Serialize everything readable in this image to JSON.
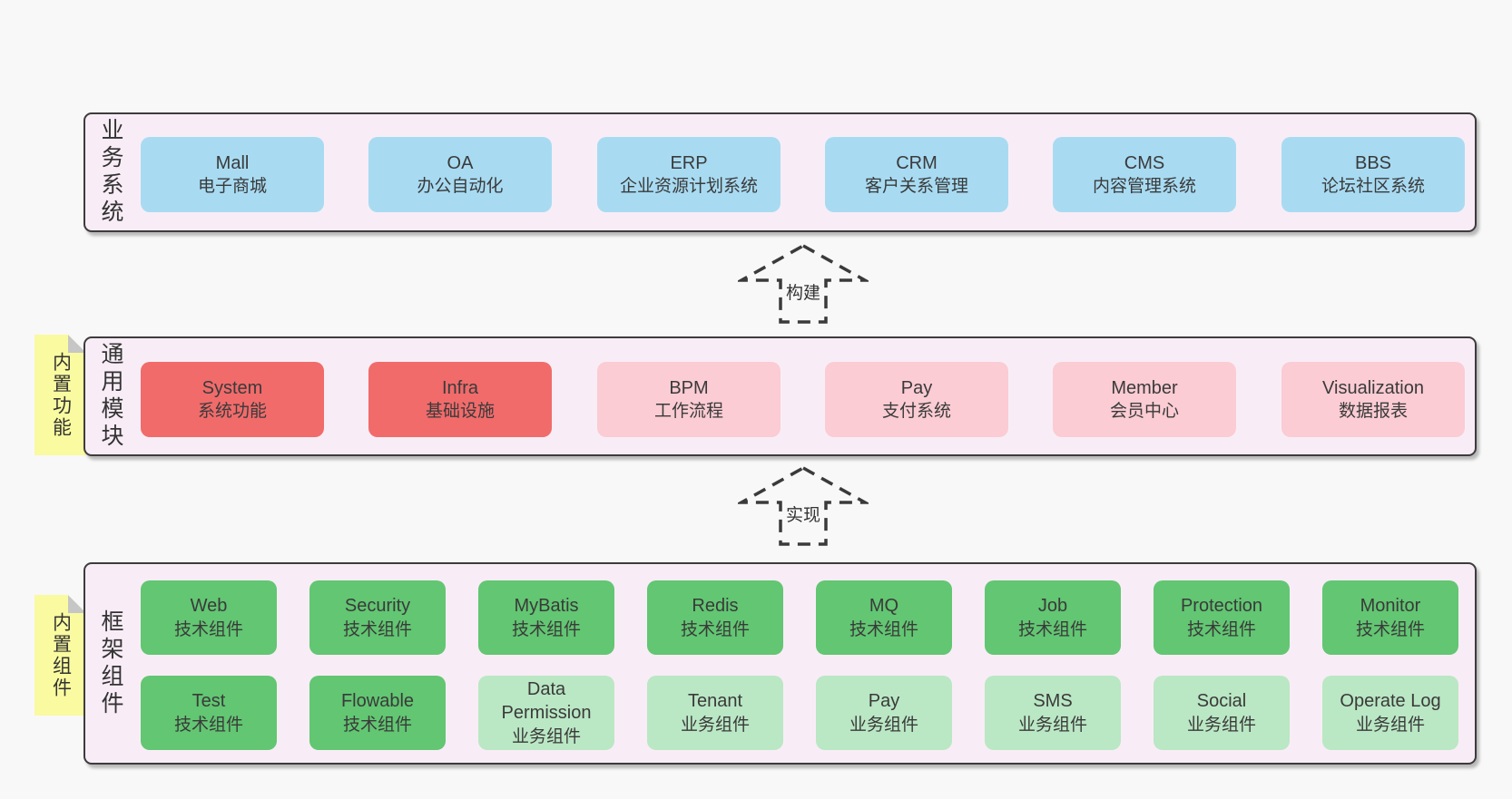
{
  "colors": {
    "page_bg": "#f8f8f8",
    "band_bg": "#f8edf6",
    "blue": "#a8dbf2",
    "red": "#f16b6b",
    "pink": "#fbccd3",
    "green": "#62c672",
    "lightgreen": "#bae7c4",
    "note_yellow": "#fafaa0",
    "border": "#3c3c3c"
  },
  "arrows": [
    {
      "label": "构建"
    },
    {
      "label": "实现"
    }
  ],
  "bands": [
    {
      "label": "业务系统",
      "boxes": [
        {
          "name": "Mall",
          "desc": "电子商城"
        },
        {
          "name": "OA",
          "desc": "办公自动化"
        },
        {
          "name": "ERP",
          "desc": "企业资源计划系统"
        },
        {
          "name": "CRM",
          "desc": "客户关系管理"
        },
        {
          "name": "CMS",
          "desc": "内容管理系统"
        },
        {
          "name": "BBS",
          "desc": "论坛社区系统"
        }
      ]
    },
    {
      "label": "通用模块",
      "note": "内置功能",
      "boxes": [
        {
          "name": "System",
          "desc": "系统功能"
        },
        {
          "name": "Infra",
          "desc": "基础设施"
        },
        {
          "name": "BPM",
          "desc": "工作流程"
        },
        {
          "name": "Pay",
          "desc": "支付系统"
        },
        {
          "name": "Member",
          "desc": "会员中心"
        },
        {
          "name": "Visualization",
          "desc": "数据报表"
        }
      ]
    },
    {
      "label": "框架组件",
      "note": "内置组件",
      "rows": [
        [
          {
            "name": "Web",
            "desc": "技术组件"
          },
          {
            "name": "Security",
            "desc": "技术组件"
          },
          {
            "name": "MyBatis",
            "desc": "技术组件"
          },
          {
            "name": "Redis",
            "desc": "技术组件"
          },
          {
            "name": "MQ",
            "desc": "技术组件"
          },
          {
            "name": "Job",
            "desc": "技术组件"
          },
          {
            "name": "Protection",
            "desc": "技术组件"
          },
          {
            "name": "Monitor",
            "desc": "技术组件"
          }
        ],
        [
          {
            "name": "Test",
            "desc": "技术组件"
          },
          {
            "name": "Flowable",
            "desc": "技术组件"
          },
          {
            "name": "Data Permission",
            "desc": "业务组件"
          },
          {
            "name": "Tenant",
            "desc": "业务组件"
          },
          {
            "name": "Pay",
            "desc": "业务组件"
          },
          {
            "name": "SMS",
            "desc": "业务组件"
          },
          {
            "name": "Social",
            "desc": "业务组件"
          },
          {
            "name": "Operate Log",
            "desc": "业务组件"
          }
        ]
      ]
    }
  ]
}
